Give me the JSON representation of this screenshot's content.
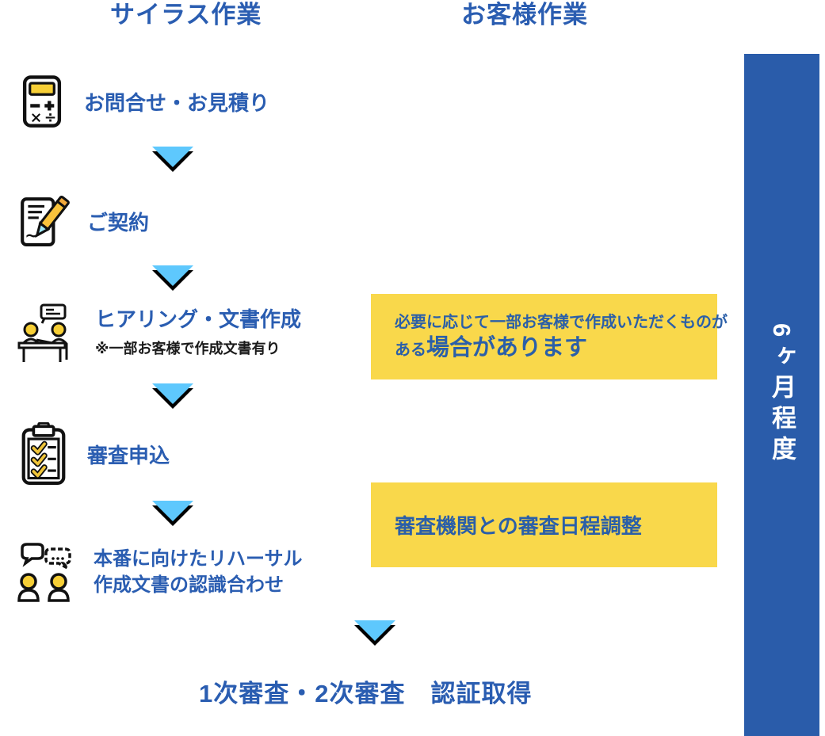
{
  "header": {
    "left_column_label": "サイラス作業",
    "right_column_label": "お客様作業"
  },
  "steps": [
    {
      "icon": "calculator-icon",
      "label": "お問合せ・お見積り"
    },
    {
      "icon": "contract-pen-icon",
      "label": "ご契約"
    },
    {
      "icon": "hearing-meeting-icon",
      "label": "ヒアリング・文書作成",
      "note": "※一部お客様で作成文書有り"
    },
    {
      "icon": "checklist-clipboard-icon",
      "label": "審査申込"
    },
    {
      "icon": "discussion-people-icon",
      "label_line1": "本番に向けたリハーサル",
      "label_line2": "作成文書の認識合わせ"
    }
  ],
  "final_step_label": "1次審査・2次審査　認証取得",
  "customer_notes": [
    {
      "line1": "必要に応じて一部お客様で作成いただくものが",
      "line2_prefix": "ある",
      "line2_emphasis": "場合があります"
    },
    {
      "text": "審査機関との審査日程調整"
    }
  ],
  "duration_bar": {
    "label": "6ヶ月程度"
  },
  "colors": {
    "primary_blue": "#2a5db1",
    "bar_blue": "#2a5caa",
    "highlight_yellow": "#f9d84b",
    "arrow_blue": "#5ec8fd",
    "icon_yellow": "#f7cf36",
    "note_text_blue": "#2b5fa8"
  }
}
